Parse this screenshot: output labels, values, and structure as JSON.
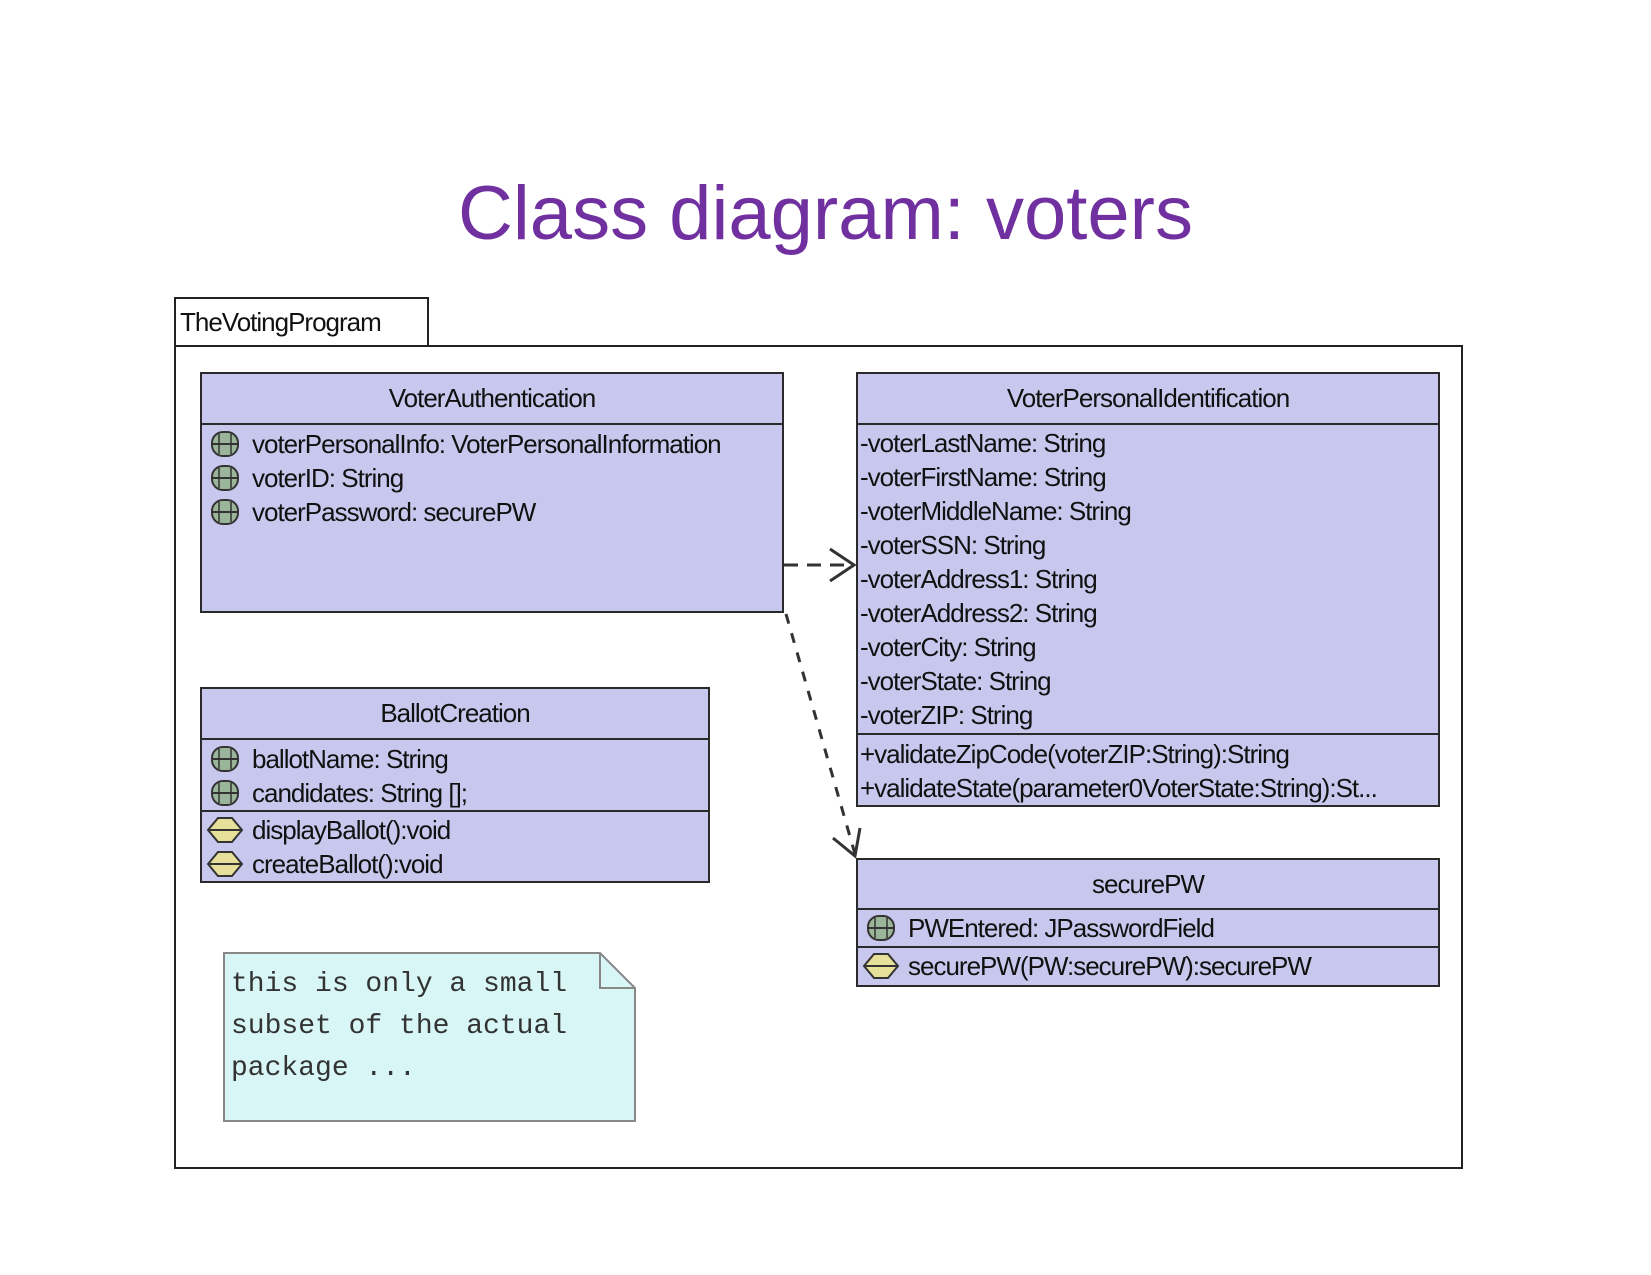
{
  "title": "Class diagram:  voters",
  "package": {
    "name": "TheVotingProgram"
  },
  "classes": {
    "voter_authentication": {
      "name": "VoterAuthentication",
      "attributes": [
        "voterPersonalInfo: VoterPersonalInformation",
        "voterID: String",
        "voterPassword: securePW"
      ],
      "attribute_icon": "attribute-icon"
    },
    "voter_personal_identification": {
      "name": "VoterPersonalIdentification",
      "attributes": [
        "-voterLastName: String",
        "-voterFirstName: String",
        "-voterMiddleName: String",
        "-voterSSN: String",
        "-voterAddress1: String",
        "-voterAddress2: String",
        "-voterCity: String",
        "-voterState: String",
        "-voterZIP: String"
      ],
      "methods": [
        "+validateZipCode(voterZIP:String):String",
        "+validateState(parameter0VoterState:String):St..."
      ]
    },
    "ballot_creation": {
      "name": "BallotCreation",
      "attributes": [
        "ballotName: String",
        "candidates: String [];"
      ],
      "methods": [
        "displayBallot():void",
        "createBallot():void"
      ],
      "attribute_icon": "attribute-icon",
      "method_icon": "method-icon"
    },
    "secure_pw": {
      "name": "securePW",
      "attributes": [
        "PWEntered: JPasswordField"
      ],
      "methods": [
        "securePW(PW:securePW):securePW"
      ],
      "attribute_icon": "attribute-icon",
      "method_icon": "method-icon"
    }
  },
  "note": {
    "lines": [
      "this is only a small",
      "subset of the actual",
      "package ..."
    ]
  },
  "colors": {
    "title": "#7030a0",
    "class_fill": "#c8c8ee",
    "note_fill": "#d8f6f6",
    "attribute_icon": "#9ab59a",
    "method_icon": "#e6e09a"
  }
}
